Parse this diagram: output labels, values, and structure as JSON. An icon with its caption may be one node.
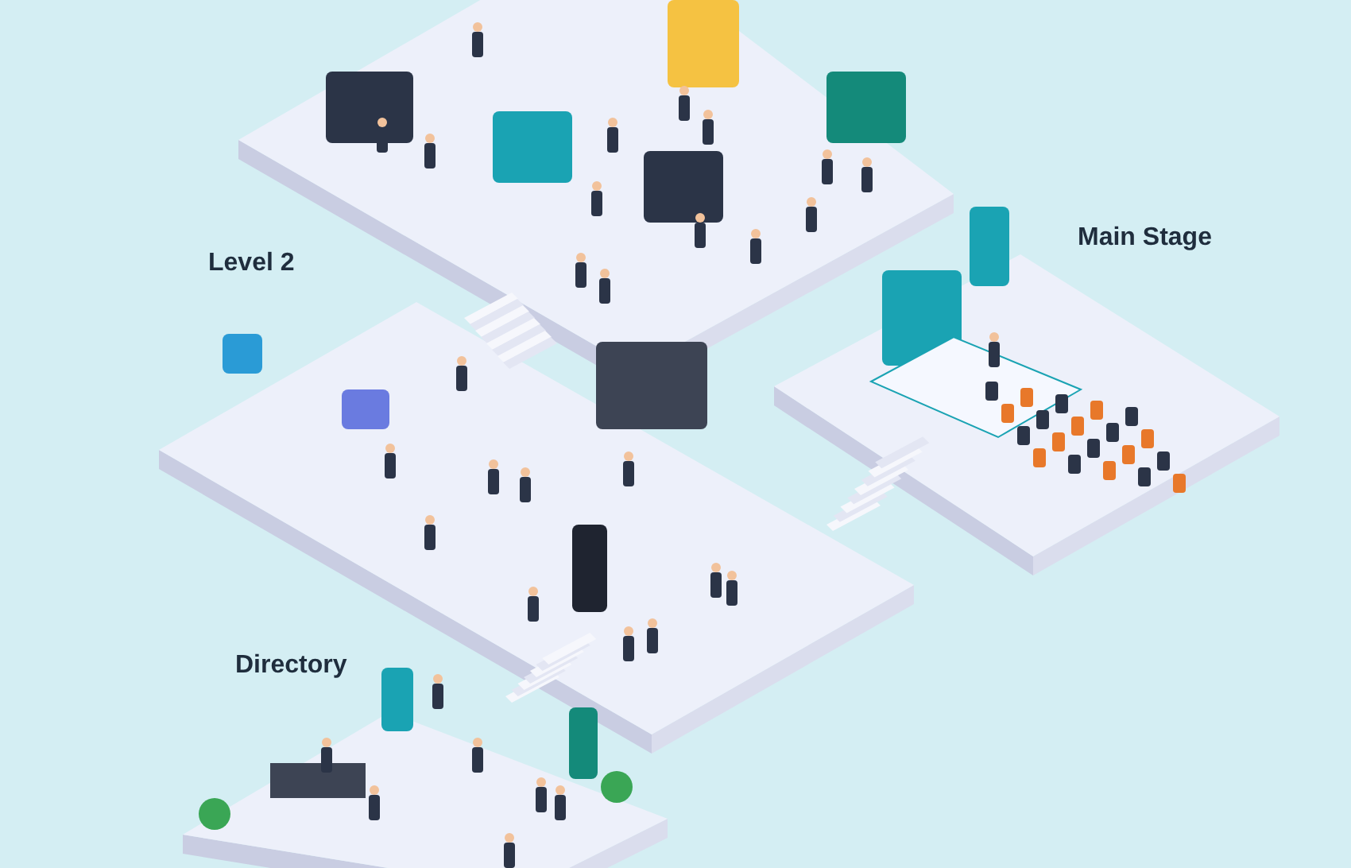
{
  "diagram": {
    "labels": [
      "Level 2",
      "Main Stage",
      "Directory"
    ]
  }
}
